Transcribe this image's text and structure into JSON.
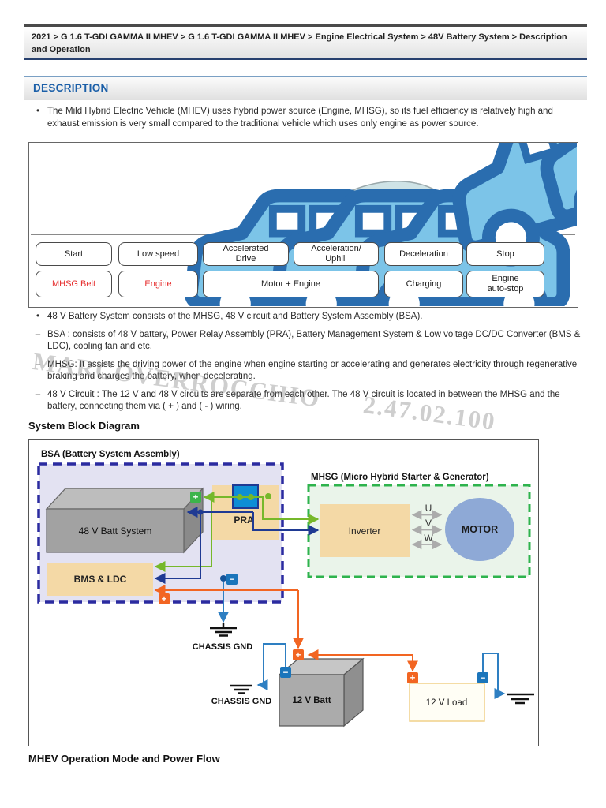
{
  "page": {
    "breadcrumb": "2021 > G 1.6 T-GDI GAMMA II MHEV > G 1.6 T-GDI GAMMA II MHEV > Engine Electrical System > 48V Battery System > Description and Operation",
    "section_header": "DESCRIPTION",
    "intro_bullet_marker": "•",
    "intro_bullet": "The Mild Hybrid Electric Vehicle (MHEV) uses hybrid power source (Engine, MHSG), so its fuel efficiency is relatively high and exhaust emission is very small compared to the traditional vehicle which uses only engine as power source.",
    "block_diagram_heading": "System Block Diagram",
    "footer_heading": "MHEV Operation Mode and Power Flow",
    "watermark_name": "MARCOVERROCCHIO",
    "watermark_number": "2.47.02.100"
  },
  "mode_strip": {
    "row1": [
      "Start",
      "Low speed",
      "Accelerated\nDrive",
      "Acceleration/\nUphill",
      "Deceleration",
      "Stop"
    ],
    "row2": [
      "MHSG Belt",
      "Engine",
      "Motor + Engine",
      "Charging",
      "Engine\nauto-stop"
    ],
    "red_color": "#e62e2e"
  },
  "bullets": [
    {
      "marker": "•",
      "text": "48 V Battery System consists of the MHSG, 48 V circuit and Battery System Assembly (BSA)."
    },
    {
      "marker": "–",
      "text": "BSA : consists of 48 V battery, Power Relay Assembly (PRA), Battery Management System & Low voltage DC/DC Converter (BMS & LDC), cooling fan and etc."
    },
    {
      "marker": "–",
      "text": "MHSG: It assists the driving power of the engine when engine starting or accelerating and generates electricity through regenerative braking and charges the battery, when decelerating."
    },
    {
      "marker": "–",
      "text": "48 V Circuit : The 12 V and 48 V circuits are separate from each other. The 48 V circuit is located in between the MHSG and the battery, connecting them via ( + ) and ( - ) wiring."
    }
  ],
  "diagram": {
    "bsa_title": "BSA (Battery System Assembly)",
    "battery48_label": "48 V Batt System",
    "pra_label": "PRA",
    "bms_label": "BMS & LDC",
    "mhsg_title": "MHSG (Micro Hybrid Starter & Generator)",
    "inverter_label": "Inverter",
    "motor_label": "MOTOR",
    "phase_labels": [
      "U",
      "V",
      "W"
    ],
    "chassis_gnd_label_1": "CHASSIS GND",
    "chassis_gnd_label_2": "CHASSIS GND",
    "battery12_label": "12 V Batt",
    "load12_label": "12 V Load",
    "plus_sign": "+",
    "minus_sign": "−",
    "colors": {
      "wire_48v_positive": "#76b82a",
      "wire_48v_negative": "#1f3a93",
      "wire_12v_positive": "#f26522",
      "wire_12v_negative": "#2e7fc2",
      "bsa_fill": "#e3e2f2",
      "bsa_border": "#2b2ba0",
      "mhsg_fill": "#eaf4ea",
      "mhsg_border": "#2eb34d",
      "component_tan": "#f4d9a6",
      "motor_fill": "#8ea9d6"
    }
  }
}
